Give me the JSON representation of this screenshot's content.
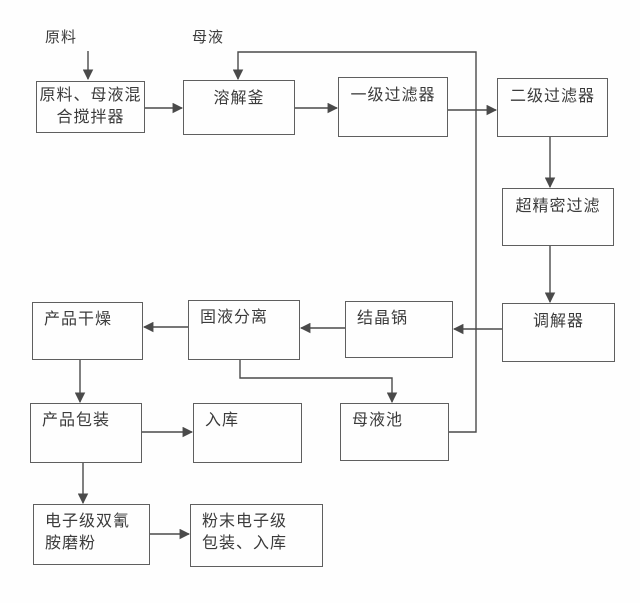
{
  "diagram": {
    "colors": {
      "line": "#4a4a4a",
      "border": "#5f5f5f",
      "text": "#3b3b3b",
      "background": "#fefefe"
    },
    "labels": [
      {
        "id": "raw-material",
        "text": "原料"
      },
      {
        "id": "mother-liquor",
        "text": "母液"
      }
    ],
    "nodes": [
      {
        "id": "mixer",
        "label": "原料、母液混合搅拌器",
        "lines": [
          "原料、母液混",
          "合搅拌器"
        ]
      },
      {
        "id": "dissolving-kettle",
        "label": "溶解釜",
        "lines": [
          "溶解釜"
        ]
      },
      {
        "id": "first-stage-filter",
        "label": "一级过滤器",
        "lines": [
          "一级过滤器"
        ]
      },
      {
        "id": "second-stage-filter",
        "label": "二级过滤器",
        "lines": [
          "二级过滤器"
        ]
      },
      {
        "id": "ultra-precision-filter",
        "label": "超精密过滤",
        "lines": [
          "超精密过滤"
        ]
      },
      {
        "id": "regulator",
        "label": "调解器",
        "lines": [
          "调解器"
        ]
      },
      {
        "id": "crystallization-pot",
        "label": "结晶锅",
        "lines": [
          "结晶锅"
        ]
      },
      {
        "id": "solid-liquid-separation",
        "label": "固液分离",
        "lines": [
          "固液分离"
        ]
      },
      {
        "id": "product-drying",
        "label": "产品干燥",
        "lines": [
          "产品干燥"
        ]
      },
      {
        "id": "product-packaging",
        "label": "产品包装",
        "lines": [
          "产品包装"
        ]
      },
      {
        "id": "warehousing",
        "label": "入库",
        "lines": [
          "入库"
        ]
      },
      {
        "id": "mother-liquor-pool",
        "label": "母液池",
        "lines": [
          "母液池"
        ]
      },
      {
        "id": "dicyandiamide-grinding",
        "label": "电子级双氰胺磨粉",
        "lines": [
          "电子级双氰",
          "胺磨粉"
        ]
      },
      {
        "id": "powder-packaging-warehousing",
        "label": "粉末电子级包装、入库",
        "lines": [
          "粉末电子级",
          "包装、入库"
        ]
      }
    ],
    "edges": [
      {
        "from": "raw-material-label",
        "to": "mixer"
      },
      {
        "from": "mixer",
        "to": "dissolving-kettle"
      },
      {
        "from": "dissolving-kettle",
        "to": "first-stage-filter"
      },
      {
        "from": "first-stage-filter",
        "to": "second-stage-filter"
      },
      {
        "from": "second-stage-filter",
        "to": "ultra-precision-filter"
      },
      {
        "from": "ultra-precision-filter",
        "to": "regulator"
      },
      {
        "from": "regulator",
        "to": "crystallization-pot"
      },
      {
        "from": "crystallization-pot",
        "to": "solid-liquid-separation"
      },
      {
        "from": "solid-liquid-separation",
        "to": "product-drying"
      },
      {
        "from": "solid-liquid-separation",
        "to": "mother-liquor-pool"
      },
      {
        "from": "product-drying",
        "to": "product-packaging"
      },
      {
        "from": "product-packaging",
        "to": "warehousing"
      },
      {
        "from": "product-packaging",
        "to": "dicyandiamide-grinding"
      },
      {
        "from": "dicyandiamide-grinding",
        "to": "powder-packaging-warehousing"
      },
      {
        "from": "mother-liquor-pool",
        "to": "dissolving-kettle"
      }
    ]
  }
}
